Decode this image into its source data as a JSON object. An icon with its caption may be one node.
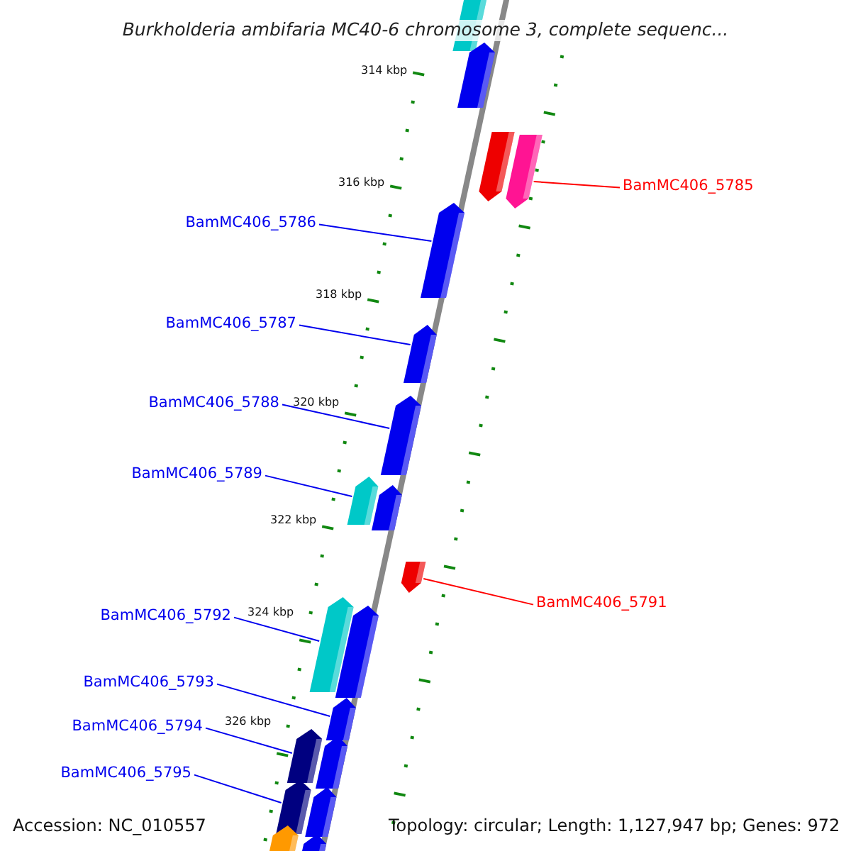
{
  "diagram": {
    "title": "Burkholderia ambifaria MC40-6 chromosome 3, complete sequenc...",
    "nodes": [
      {
        "text": [
          "BamMC406_5785"
        ]
      },
      {
        "text": [
          "BamMC406_5786"
        ]
      },
      {
        "text": [
          "BamMC406_5787"
        ]
      },
      {
        "text": [
          "BamMC406_5788"
        ]
      },
      {
        "text": [
          "BamMC406_5789"
        ]
      },
      {
        "text": [
          "BamMC406_5791"
        ]
      },
      {
        "text": [
          "BamMC406_5792"
        ]
      },
      {
        "text": [
          "BamMC406_5793"
        ]
      },
      {
        "text": [
          "BamMC406_5794"
        ]
      },
      {
        "text": [
          "BamMC406_5795"
        ]
      },
      {
        "text": [],
        "shape": "arrow"
      },
      {
        "text": [],
        "shape": "arrow"
      },
      {
        "text": [],
        "shape": "arrow"
      },
      {
        "text": [],
        "shape": "arrow"
      },
      {
        "text": [],
        "shape": "arrow"
      },
      {
        "text": [],
        "shape": "arrow"
      },
      {
        "text": [],
        "shape": "arrow"
      },
      {
        "text": [],
        "shape": "arrow"
      },
      {
        "text": [],
        "shape": "arrow"
      },
      {
        "text": [],
        "shape": "arrow"
      },
      {
        "text": [],
        "shape": "arrow"
      },
      {
        "text": [],
        "shape": "arrow"
      },
      {
        "text": [],
        "shape": "arrow"
      },
      {
        "text": [],
        "shape": "arrow"
      },
      {
        "text": [],
        "shape": "arrow"
      },
      {
        "text": [],
        "shape": "arrow"
      },
      {
        "text": [],
        "shape": "arrow"
      },
      {
        "text": [],
        "shape": "arrow"
      },
      {
        "text": [],
        "shape": "arrow"
      }
    ],
    "edges": [
      {
        "from": 0,
        "to": 13,
        "arrow": "none",
        "color": "#ff0000"
      },
      {
        "from": 1,
        "to": 14,
        "arrow": "none"
      },
      {
        "from": 2,
        "to": 15,
        "arrow": "none"
      },
      {
        "from": 3,
        "to": 16,
        "arrow": "none"
      },
      {
        "from": 4,
        "to": 17,
        "arrow": "none"
      },
      {
        "from": 5,
        "to": 19,
        "arrow": "none",
        "color": "#ff0000"
      },
      {
        "from": 6,
        "to": 20,
        "arrow": "none"
      },
      {
        "from": 7,
        "to": 22,
        "arrow": "none"
      },
      {
        "from": 8,
        "to": 23,
        "arrow": "none"
      },
      {
        "from": 9,
        "to": 25,
        "arrow": "none"
      }
    ],
    "labels": [
      "314 kbp",
      "316 kbp",
      "318 kbp",
      "320 kbp",
      "322 kbp",
      "324 kbp",
      "326 kbp",
      "Accession: NC_010557",
      "Topology: circular; Length: 1,127,947 bp; Genes: 972"
    ]
  }
}
